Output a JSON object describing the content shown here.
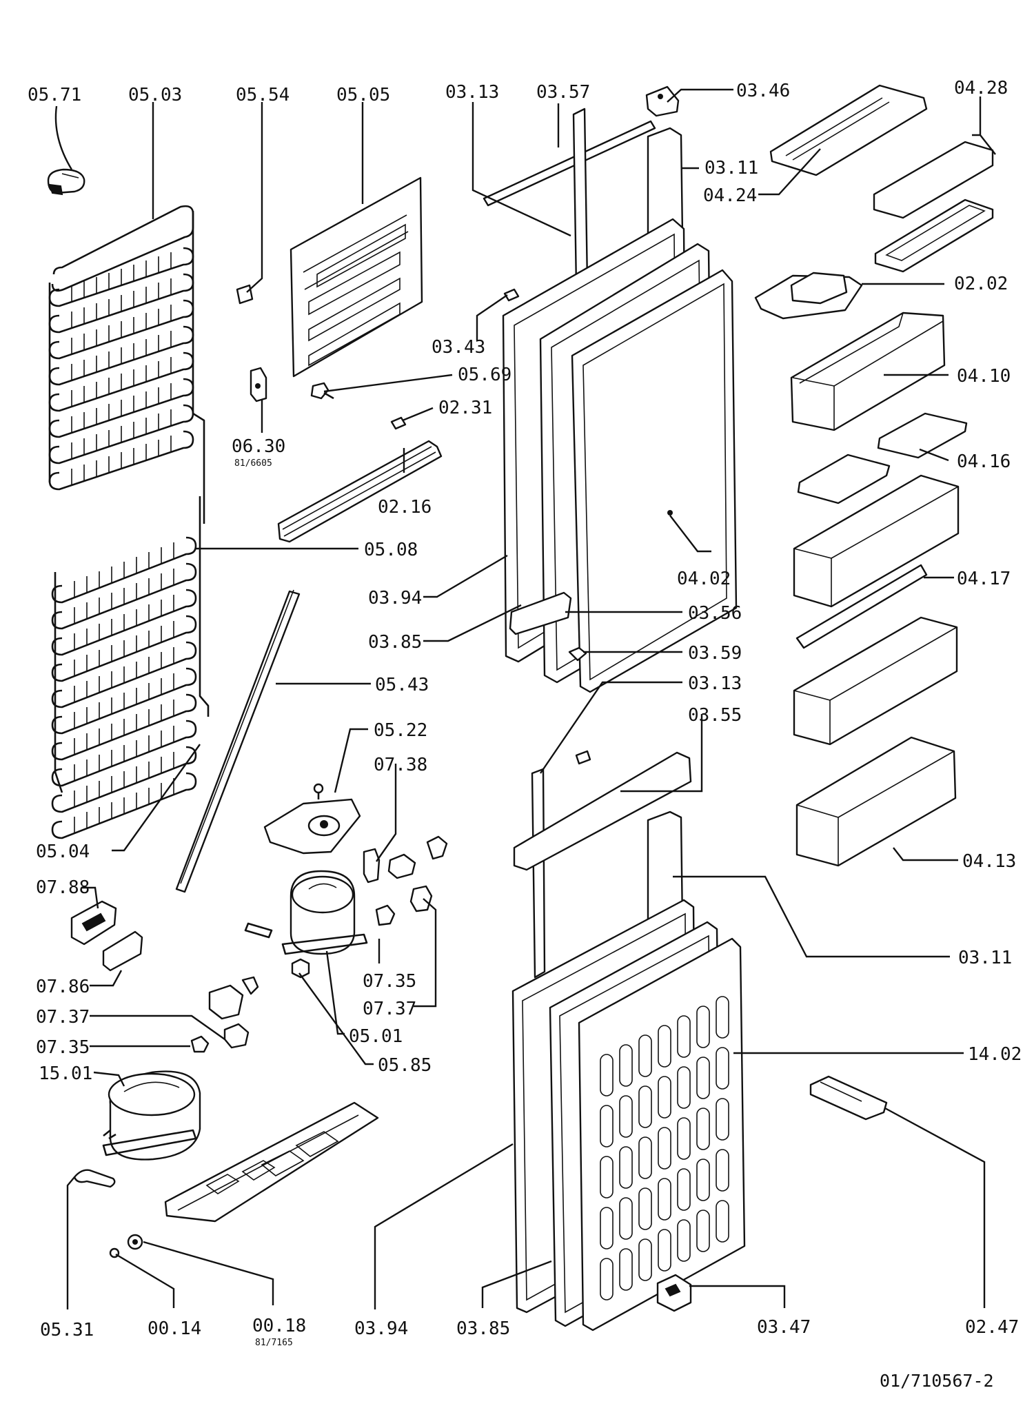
{
  "drawing_number": "01/710567-2",
  "labels": [
    {
      "id": "l-0571",
      "text": "05.71"
    },
    {
      "id": "l-0503",
      "text": "05.03"
    },
    {
      "id": "l-0554",
      "text": "05.54"
    },
    {
      "id": "l-0505",
      "text": "05.05"
    },
    {
      "id": "l-0313a",
      "text": "03.13"
    },
    {
      "id": "l-0357",
      "text": "03.57"
    },
    {
      "id": "l-0346",
      "text": "03.46"
    },
    {
      "id": "l-0428",
      "text": "04.28"
    },
    {
      "id": "l-0311a",
      "text": "03.11"
    },
    {
      "id": "l-0424",
      "text": "04.24"
    },
    {
      "id": "l-0202",
      "text": "02.02"
    },
    {
      "id": "l-0343",
      "text": "03.43"
    },
    {
      "id": "l-0569",
      "text": "05.69"
    },
    {
      "id": "l-0410",
      "text": "04.10"
    },
    {
      "id": "l-0231",
      "text": "02.31"
    },
    {
      "id": "l-0630",
      "text": "06.30"
    },
    {
      "id": "l-0416",
      "text": "04.16"
    },
    {
      "id": "l-0216",
      "text": "02.16"
    },
    {
      "id": "l-0508",
      "text": "05.08"
    },
    {
      "id": "l-0402",
      "text": "04.02"
    },
    {
      "id": "l-0417",
      "text": "04.17"
    },
    {
      "id": "l-0394a",
      "text": "03.94"
    },
    {
      "id": "l-0356",
      "text": "03.56"
    },
    {
      "id": "l-0385a",
      "text": "03.85"
    },
    {
      "id": "l-0359",
      "text": "03.59"
    },
    {
      "id": "l-0543",
      "text": "05.43"
    },
    {
      "id": "l-0313b",
      "text": "03.13"
    },
    {
      "id": "l-0355",
      "text": "03.55"
    },
    {
      "id": "l-0522",
      "text": "05.22"
    },
    {
      "id": "l-0738",
      "text": "07.38"
    },
    {
      "id": "l-0504",
      "text": "05.04"
    },
    {
      "id": "l-0413",
      "text": "04.13"
    },
    {
      "id": "l-0788",
      "text": "07.88"
    },
    {
      "id": "l-0311b",
      "text": "03.11"
    },
    {
      "id": "l-0786",
      "text": "07.86"
    },
    {
      "id": "l-0735a",
      "text": "07.35"
    },
    {
      "id": "l-0737a",
      "text": "07.37"
    },
    {
      "id": "l-0737b",
      "text": "07.37"
    },
    {
      "id": "l-0501",
      "text": "05.01"
    },
    {
      "id": "l-0735b",
      "text": "07.35"
    },
    {
      "id": "l-1402",
      "text": "14.02"
    },
    {
      "id": "l-0585",
      "text": "05.85"
    },
    {
      "id": "l-1501",
      "text": "15.01"
    },
    {
      "id": "l-0531",
      "text": "05.31"
    },
    {
      "id": "l-0014",
      "text": "00.14"
    },
    {
      "id": "l-0018",
      "text": "00.18"
    },
    {
      "id": "l-0394b",
      "text": "03.94"
    },
    {
      "id": "l-0385b",
      "text": "03.85"
    },
    {
      "id": "l-0347",
      "text": "03.47"
    },
    {
      "id": "l-0247",
      "text": "02.47"
    }
  ],
  "sublabels": [
    {
      "id": "s-0630",
      "text": "81/6605"
    },
    {
      "id": "s-0018",
      "text": "81/7165"
    }
  ]
}
